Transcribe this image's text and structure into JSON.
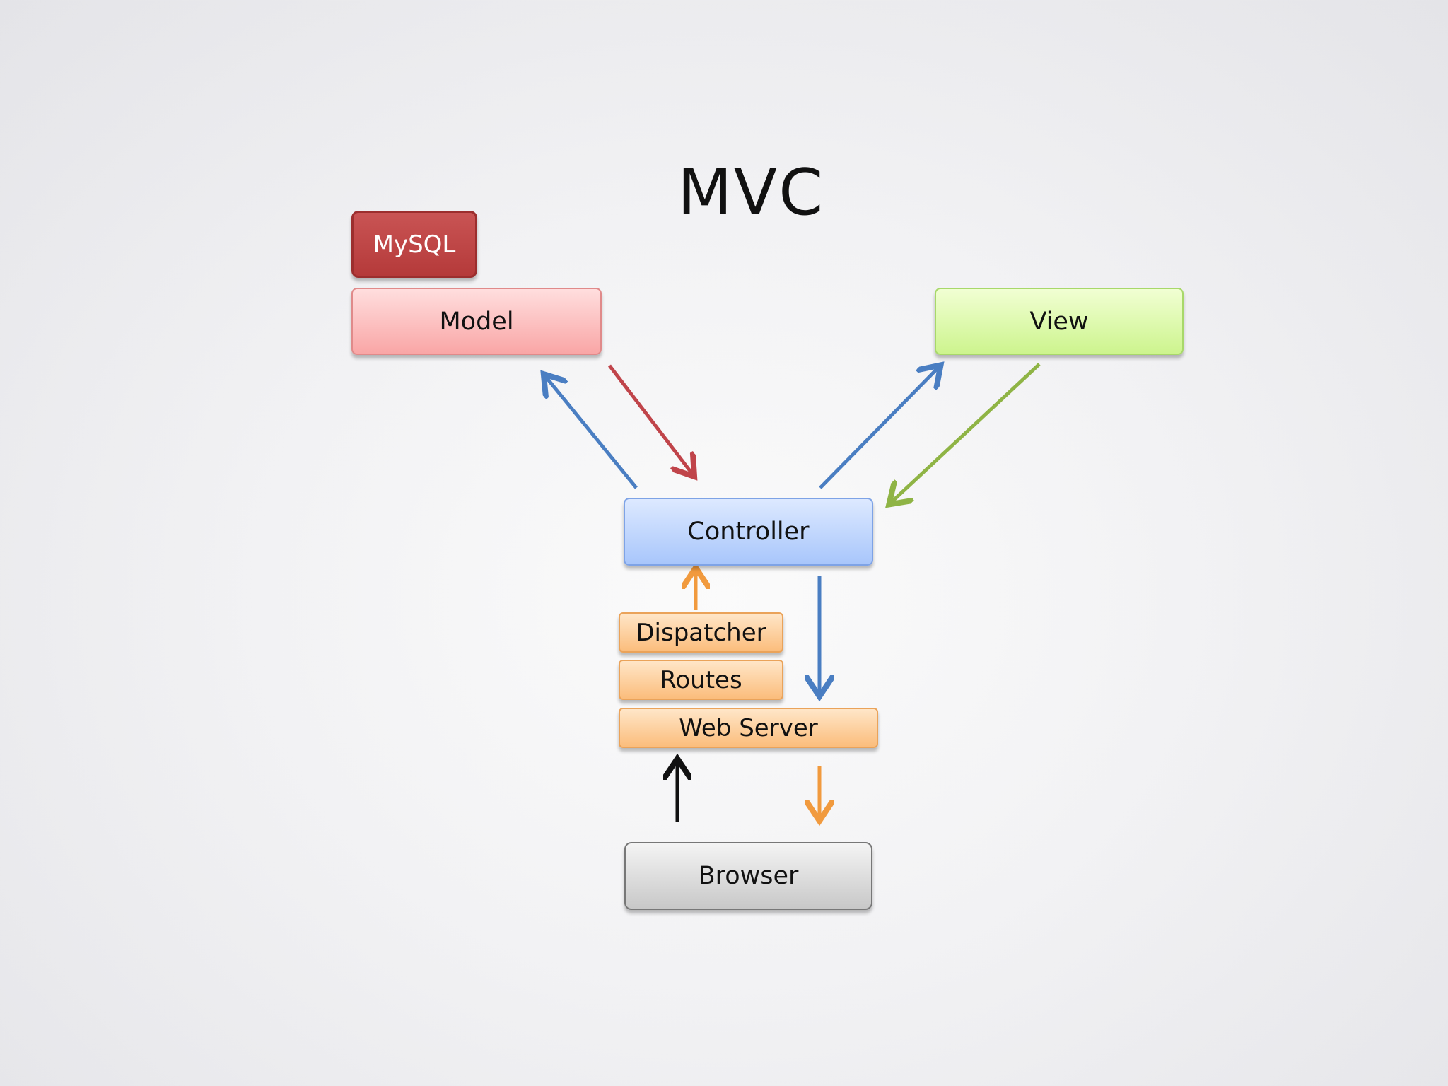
{
  "title": "MVC",
  "nodes": {
    "mysql": "MySQL",
    "model": "Model",
    "view": "View",
    "controller": "Controller",
    "dispatcher": "Dispatcher",
    "routes": "Routes",
    "web_server": "Web Server",
    "browser": "Browser"
  },
  "edges": [
    {
      "from": "Controller",
      "to": "Model",
      "color": "#4a7ec2"
    },
    {
      "from": "Model",
      "to": "Controller",
      "color": "#c0444a"
    },
    {
      "from": "Controller",
      "to": "View",
      "color": "#4a7ec2"
    },
    {
      "from": "View",
      "to": "Controller",
      "color": "#8fb445"
    },
    {
      "from": "Dispatcher",
      "to": "Controller",
      "color": "#f19a3e"
    },
    {
      "from": "Controller",
      "to": "Web Server",
      "color": "#4a7ec2"
    },
    {
      "from": "Browser",
      "to": "Web Server",
      "color": "#111111"
    },
    {
      "from": "Web Server",
      "to": "Browser",
      "color": "#f19a3e"
    }
  ],
  "colors": {
    "mysql": "#b53a3a",
    "model": "#f9a6a6",
    "view": "#cdf48e",
    "controller": "#a8c6fb",
    "routing_stack": "#fbbd7c",
    "browser": "#c8c8c8"
  }
}
